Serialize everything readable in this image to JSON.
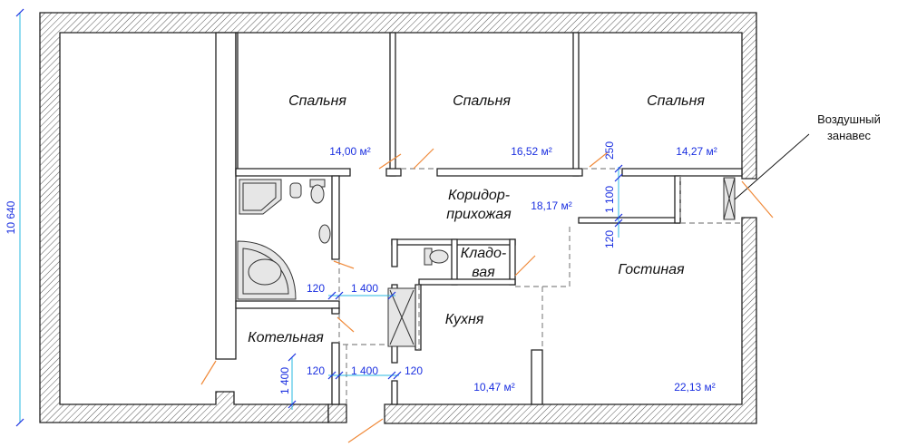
{
  "rooms": {
    "bedroom1": {
      "name": "Спальня",
      "area": "14,00 м²"
    },
    "bedroom2": {
      "name": "Спальня",
      "area": "16,52 м²"
    },
    "bedroom3": {
      "name": "Спальня",
      "area": "14,27 м²"
    },
    "corridor": {
      "name_line1": "Коридор-",
      "name_line2": "прихожая",
      "area": "18,17 м²"
    },
    "pantry": {
      "name_line1": "Кладо-",
      "name_line2": "вая"
    },
    "living": {
      "name": "Гостиная",
      "area": "22,13 м²"
    },
    "kitchen": {
      "name": "Кухня",
      "area": "10,47 м²"
    },
    "boiler": {
      "name": "Котельная"
    }
  },
  "dimensions": {
    "overall_height": "10 640",
    "d250": "250",
    "d1100": "1 100",
    "d120_right": "120",
    "d120_upper_left": "120",
    "d1400_upper": "1 400",
    "d120_lower_left": "120",
    "d1400_lower": "1 400",
    "d120_lower_right": "120",
    "d1400_vertical": "1 400"
  },
  "annotations": {
    "air_curtain_line1": "Воздушный",
    "air_curtain_line2": "занавес"
  }
}
